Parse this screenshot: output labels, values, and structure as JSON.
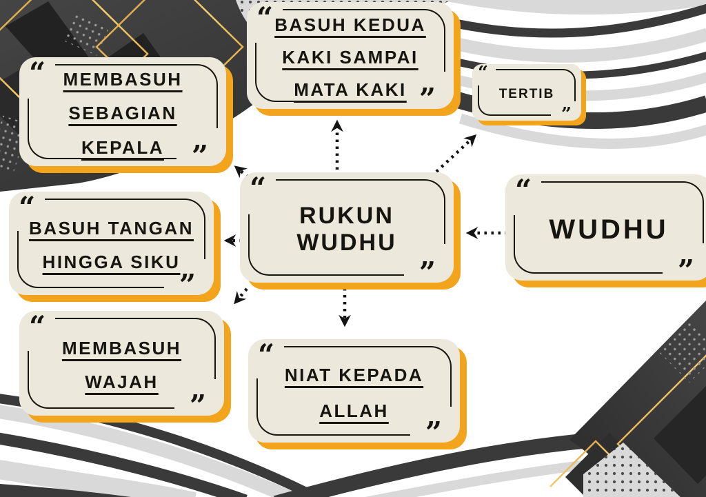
{
  "quotes": {
    "open": "“",
    "close": "”"
  },
  "colors": {
    "background": "#FFFFFF",
    "card_bg": "#EDE8DC",
    "card_shadow": "#F2A51C",
    "ink": "#17150F",
    "charcoal": "#3A3A3A",
    "light_gray": "#D9D9D9",
    "gold": "#E8A943"
  },
  "nodes": {
    "rukun_wudhu": {
      "lines": [
        "RUKUN WUDHU"
      ]
    },
    "wudhu": {
      "lines": [
        "WUDHU"
      ]
    },
    "tertib": {
      "lines": [
        "TERTIB"
      ]
    },
    "basuh_kedua_kaki": {
      "lines": [
        "BASUH KEDUA",
        "KAKI SAMPAI",
        "MATA KAKI"
      ]
    },
    "membasuh_sebagian_kepala": {
      "lines": [
        "MEMBASUH",
        "SEBAGIAN",
        "KEPALA"
      ]
    },
    "basuh_tangan": {
      "lines": [
        "BASUH TANGAN",
        "HINGGA SIKU"
      ]
    },
    "membasuh_wajah": {
      "lines": [
        "MEMBASUH",
        "WAJAH"
      ]
    },
    "niat_kepada_allah": {
      "lines": [
        "NIAT KEPADA",
        "ALLAH"
      ]
    }
  },
  "diagram": {
    "type": "mind-map",
    "center": "RUKUN WUDHU",
    "connections": [
      {
        "from": "rukun_wudhu",
        "to": "basuh_kedua_kaki",
        "direction": "up",
        "style": "dotted-arrow"
      },
      {
        "from": "rukun_wudhu",
        "to": "tertib",
        "direction": "up-right",
        "style": "dotted-arrow"
      },
      {
        "from": "wudhu",
        "to": "rukun_wudhu",
        "direction": "left",
        "style": "dotted-arrow"
      },
      {
        "from": "rukun_wudhu",
        "to": "basuh_tangan",
        "direction": "left",
        "style": "dotted-arrow"
      },
      {
        "from": "rukun_wudhu",
        "to": "membasuh_sebagian_kepala",
        "direction": "up-left",
        "style": "dotted-arrow"
      },
      {
        "from": "rukun_wudhu",
        "to": "membasuh_wajah",
        "direction": "down-left",
        "style": "dotted-arrow"
      },
      {
        "from": "rukun_wudhu",
        "to": "niat_kepada_allah",
        "direction": "down",
        "style": "dotted-arrow"
      }
    ]
  }
}
